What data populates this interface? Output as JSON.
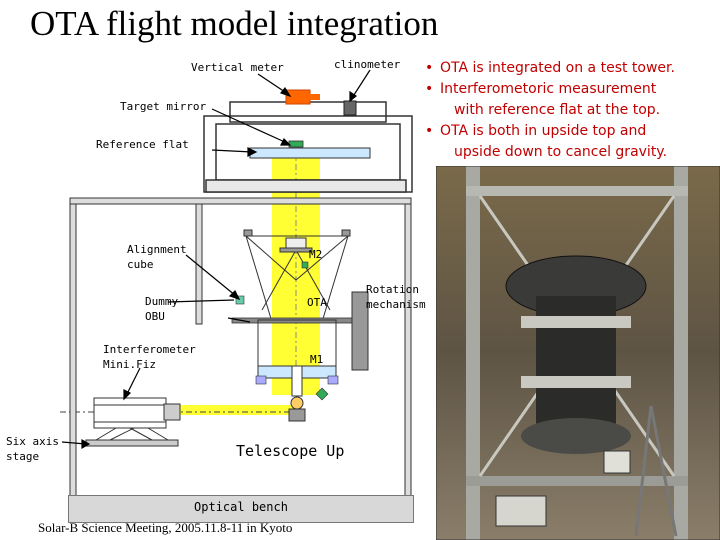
{
  "title": "OTA flight model integration",
  "labels": {
    "vertical_meter": "Vertical meter",
    "clinometer": "clinometer",
    "target_mirror": "Target mirror",
    "reference_flat": "Reference flat",
    "alignment_cube": "Alignment\ncube",
    "m2": "M2",
    "rotation_mechanism": "Rotation\nmechanism",
    "dummy_obu": "Dummy\nOBU",
    "ota": "OTA",
    "interferometer": "Interferometer\nMini.Fiz",
    "m1": "M1",
    "six_axis_stage": "Six axis\nstage",
    "telescope_up": "Telescope Up",
    "optical_bench": "Optical bench"
  },
  "bullets": [
    {
      "text": "OTA is integrated on a test tower."
    },
    {
      "text": "Interferometoric measurement",
      "continuation": "with reference flat at  the top."
    },
    {
      "text": "OTA is both in upside top and",
      "continuation": "upside down to cancel gravity."
    }
  ],
  "footer": "Solar-B Science Meeting, 2005.11.8-11 in Kyoto",
  "colors": {
    "bullet_text": "#c00000",
    "beam": "#ffff33",
    "vertical_meter": "#ff6600",
    "bench": "#d8d8d8"
  },
  "photo": {
    "description_icon": "photo-icon"
  }
}
